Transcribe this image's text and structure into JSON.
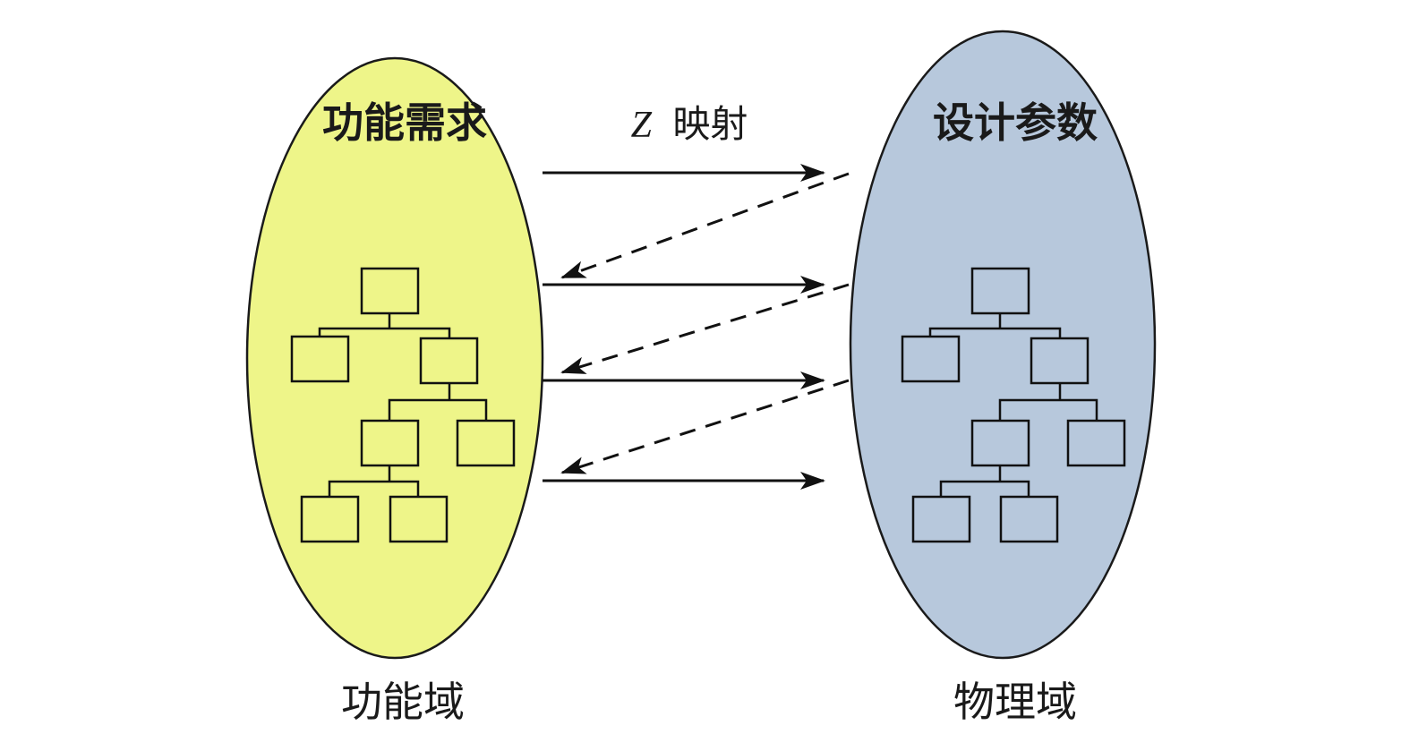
{
  "labels": {
    "left_title": "功能需求",
    "right_title": "设计参数",
    "mapping_z": "Z",
    "mapping_text": "映射",
    "left_domain": "功能域",
    "right_domain": "物理域"
  },
  "colors": {
    "functional_domain_fill": "#eef589",
    "physical_domain_fill": "#b7c8dc",
    "outline": "#1a1a1a"
  },
  "hierarchy": {
    "levels": [
      1,
      2,
      2,
      2
    ],
    "description_nodes": 7
  }
}
